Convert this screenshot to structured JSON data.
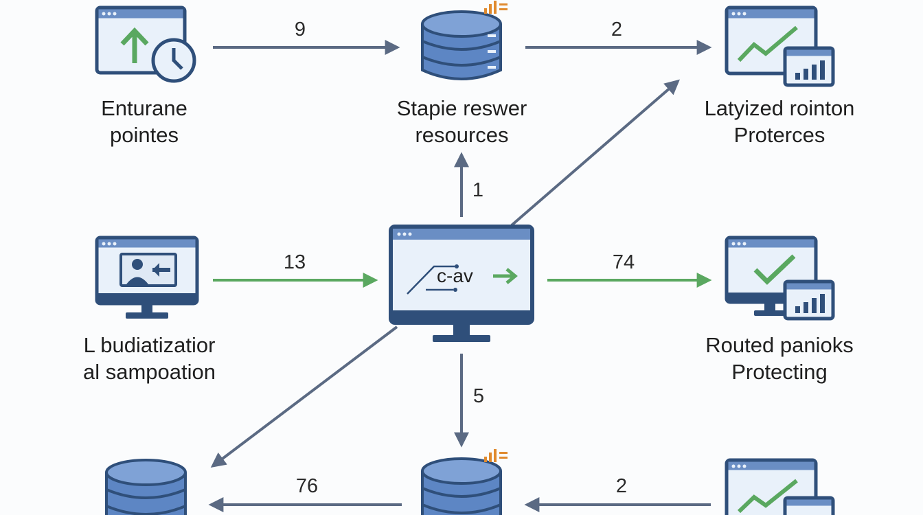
{
  "colors": {
    "frame": "#2f4f7a",
    "screen_bar": "#6a8ec4",
    "screen_bg": "#e9f1fa",
    "db_blue": "#5d86c4",
    "green": "#5aa860",
    "arrow_gray": "#5b6a83",
    "orange": "#e08a2e"
  },
  "nodes": {
    "n1": {
      "icon": "monitor-up-arrow-clock-icon",
      "line1": "Enturane",
      "line2": "pointes"
    },
    "n2": {
      "icon": "database-server-icon",
      "line1": "Stapie reswer",
      "line2": "resources"
    },
    "n3": {
      "icon": "monitor-line-chart-icon",
      "line1": "Latyized rointon",
      "line2": "Proterces"
    },
    "n4": {
      "icon": "monitor-user-card-icon",
      "line1": "L budiatizatior",
      "line2": "al sampoation"
    },
    "n5": {
      "icon": "monitor-code-icon",
      "screen_text": "c-av"
    },
    "n6": {
      "icon": "monitor-checkmark-icon",
      "line1": "Routed panioks",
      "line2": "Protecting"
    },
    "n7": {
      "icon": "database-server-icon"
    },
    "n8": {
      "icon": "database-server-icon"
    },
    "n9": {
      "icon": "monitor-line-chart-icon"
    }
  },
  "edges": {
    "e_n1_n2": "9",
    "e_n2_n3": "2",
    "e_n5_n2": "1",
    "e_n4_n5": "13",
    "e_n5_n6": "74",
    "e_n5_n8": "5",
    "e_n8_n7": "76",
    "e_n9_n8": "2"
  }
}
